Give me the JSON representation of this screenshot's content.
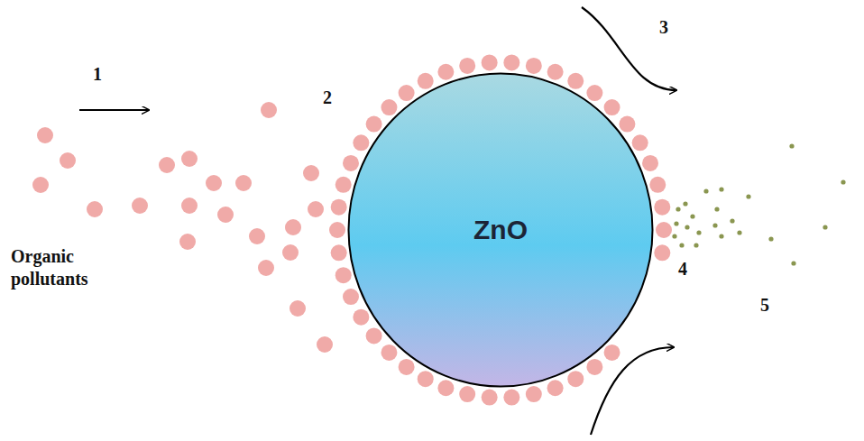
{
  "diagram": {
    "nodes": [
      {
        "text": [
          "ZnO"
        ]
      }
    ],
    "labels": [
      "1",
      "2",
      "3",
      "Organic pollutants",
      "4",
      "5"
    ]
  }
}
